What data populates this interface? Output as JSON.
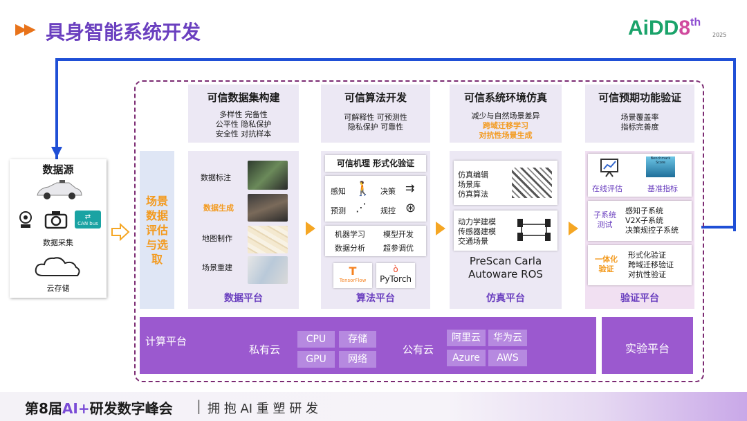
{
  "title": "具身智能系统开发",
  "logo": {
    "text": "AiDD",
    "eight": "8",
    "th": "th",
    "year": "2025"
  },
  "data_source": {
    "title": "数据源",
    "can_label": "CAN bus",
    "collect": "数据采集",
    "cloud": "云存储"
  },
  "eval_box": {
    "text": [
      "场景",
      "数据",
      "评估",
      "与选",
      "取"
    ]
  },
  "columns": [
    {
      "title": "可信数据集构建",
      "lines": [
        "多样性  完备性",
        "公平性  隐私保护",
        "安全性  对抗样本"
      ]
    },
    {
      "title": "可信算法开发",
      "lines": [
        "可解释性  可预测性",
        "隐私保护  可靠性"
      ]
    },
    {
      "title": "可信系统环境仿真",
      "lines": [
        "减少与自然场景差异"
      ],
      "highlight": [
        "跨域迁移学习",
        "对抗性场景生成"
      ]
    },
    {
      "title": "可信预期功能验证",
      "lines": [
        "场景覆盖率",
        "指标完善度"
      ]
    }
  ],
  "data_platform": {
    "items": [
      "数据标注",
      "数据生成",
      "地图制作",
      "场景重建"
    ],
    "label": "数据平台"
  },
  "algo_platform": {
    "header": "可信机理   形式化验证",
    "grid": [
      "感知",
      "决策",
      "预测",
      "规控"
    ],
    "skills": [
      "机器学习",
      "模型开发",
      "数据分析",
      "超参调优"
    ],
    "tf": "TensorFlow",
    "pytorch": "PyTorch",
    "label": "算法平台"
  },
  "sim_platform": {
    "box1": [
      "仿真编辑",
      "场景库",
      "仿真算法"
    ],
    "box2": [
      "动力学建模",
      "传感器建模",
      "交通场景"
    ],
    "tools": [
      "PreScan Carla",
      "Autoware ROS"
    ],
    "label": "仿真平台"
  },
  "verify_platform": {
    "online": "在线评估",
    "bench": "基准指标",
    "bench_graphic": "Benchmark Score",
    "subsys_label": [
      "子系统",
      "测试"
    ],
    "subsys": [
      "感知子系统",
      "V2X子系统",
      "决策规控子系统"
    ],
    "integ_label": [
      "一体化",
      "验证"
    ],
    "integ": [
      "形式化验证",
      "跨域迁移验证",
      "对抗性验证"
    ],
    "label": "验证平台"
  },
  "compute": {
    "label": "计算平台",
    "private": "私有云",
    "private_chips": [
      "CPU",
      "存储",
      "GPU",
      "网络"
    ],
    "public": "公有云",
    "public_chips": [
      "阿里云",
      "华为云",
      "Azure",
      "AWS"
    ]
  },
  "lab": "实验平台",
  "footer": {
    "main_a": "第8届",
    "main_b": "AI+",
    "main_c": "研发数字峰会",
    "sep": "|",
    "slogan": "拥 抱 AI   重 塑 研 发"
  },
  "colors": {
    "accent": "#6a3fbf",
    "loop": "#1f4fd6",
    "orange": "#f39a1e",
    "bar": "#9b59cf"
  }
}
